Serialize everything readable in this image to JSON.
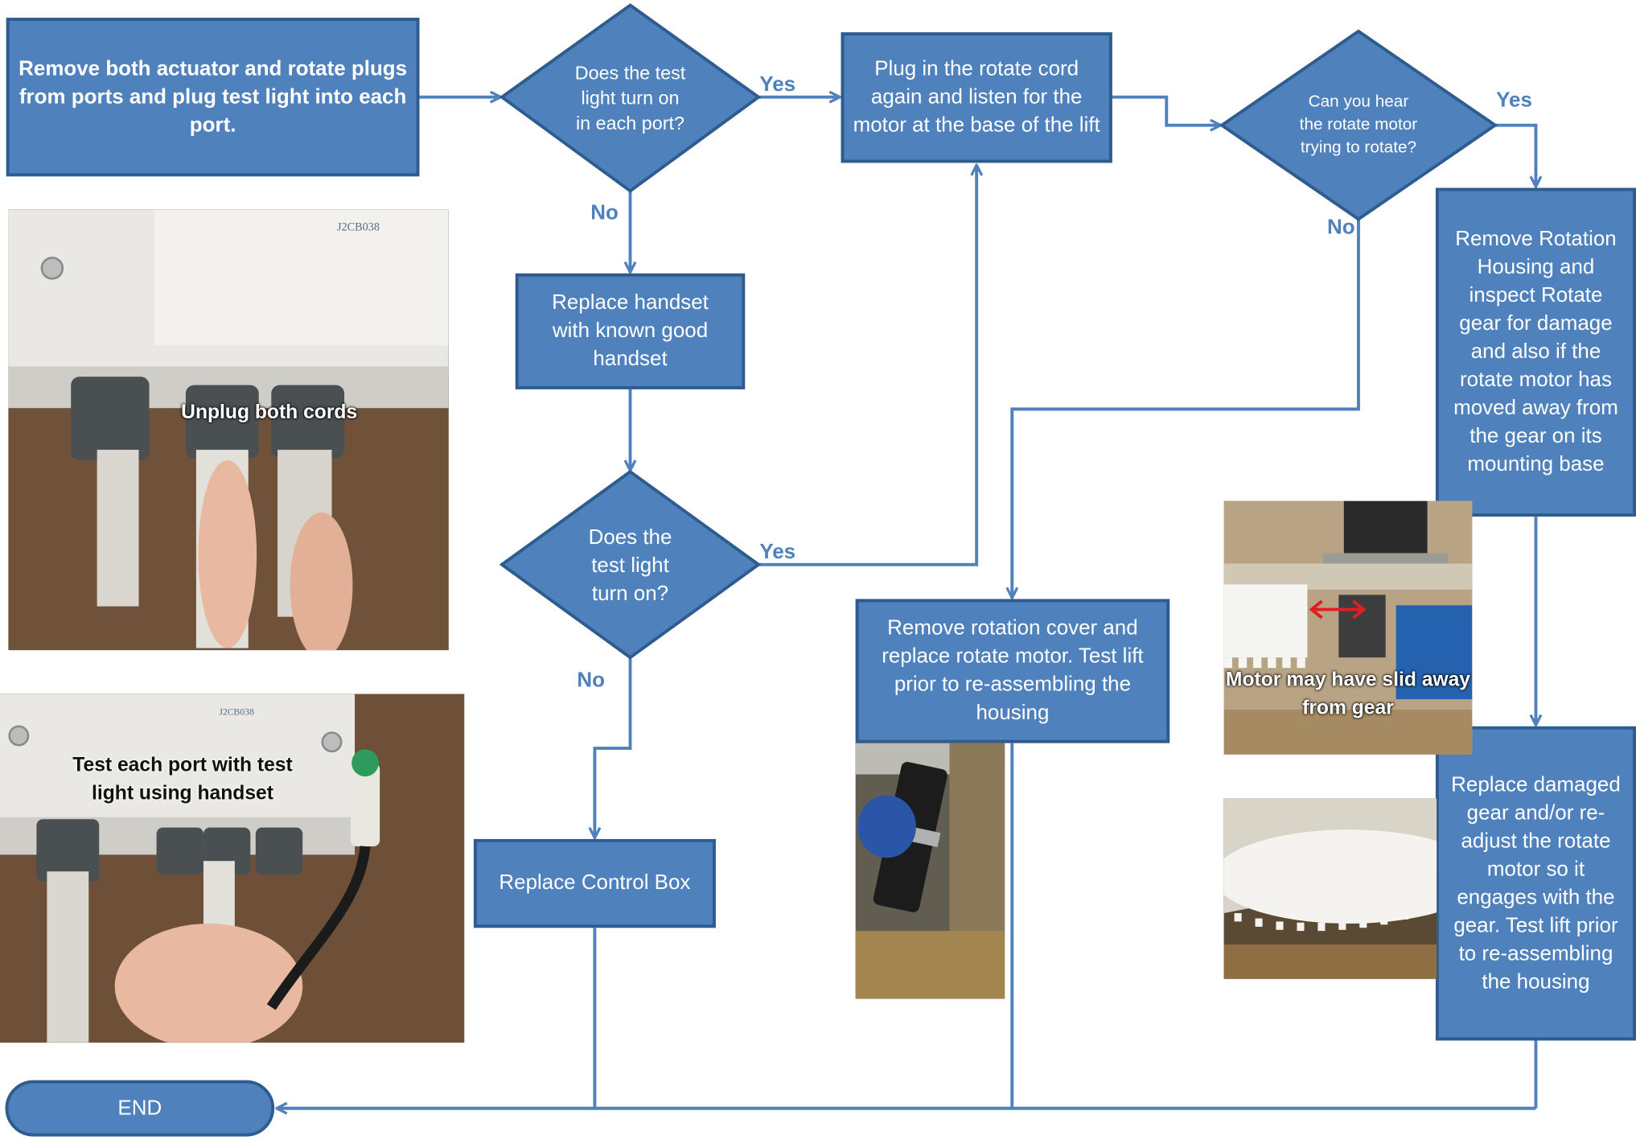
{
  "colors": {
    "accent": "#4f81bd",
    "border": "#2e5c8e",
    "label": "#4f81bd"
  },
  "steps": {
    "start": "Remove both actuator and rotate plugs from ports and plug test light into each port.",
    "q1": "Does the test light turn on in each port?",
    "plug_rotate": "Plug in the rotate cord again and listen for the motor at the base of the lift",
    "q3": "Can you hear the rotate motor trying to rotate?",
    "replace_handset": "Replace handset with known good handset",
    "q2": "Does the test light turn on?",
    "remove_housing": "Remove Rotation Housing and inspect Rotate gear for damage and also if the rotate motor has moved away from the gear on its mounting base",
    "replace_motor": "Remove rotation cover and replace rotate motor. Test lift prior to re-assembling the housing",
    "replace_control_box": "Replace Control Box",
    "replace_gear": "Replace damaged gear and/or re-adjust the rotate motor so it engages with the gear. Test lift prior to re-assembling the housing",
    "end": "END"
  },
  "edge_labels": {
    "yes": "Yes",
    "no": "No"
  },
  "photos": {
    "unplug": {
      "caption": "Unplug both cords",
      "box_text": "J2CB038"
    },
    "test_port": {
      "caption": "Test each port with test light using handset",
      "box_text": "J2CB038"
    },
    "motor_slid": {
      "caption": "Motor may have slid away from gear"
    }
  }
}
